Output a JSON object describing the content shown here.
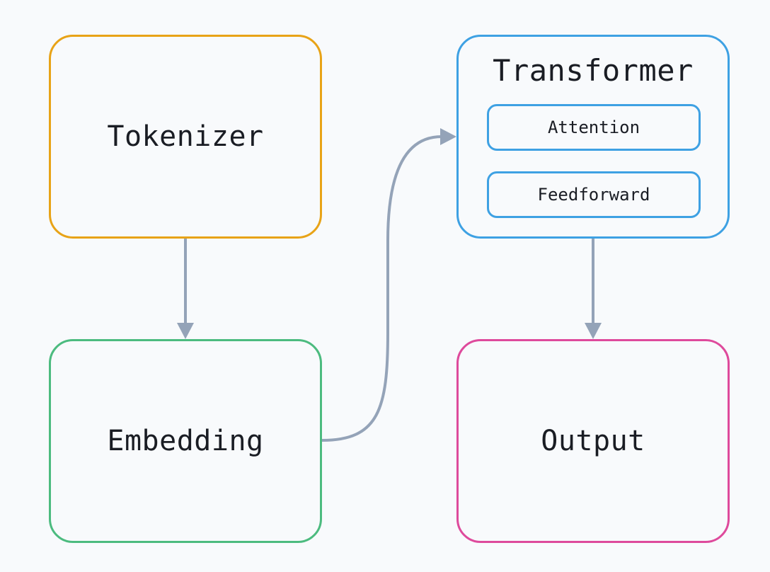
{
  "colors": {
    "background": "#f8fafc",
    "connector": "#94a3b8",
    "text": "#1a1d24"
  },
  "nodes": {
    "tokenizer": {
      "label": "Tokenizer",
      "color": "#e8a317"
    },
    "embedding": {
      "label": "Embedding",
      "color": "#4cbb7f"
    },
    "transformer": {
      "label": "Transformer",
      "color": "#3ea1e3",
      "components": [
        {
          "label": "Attention"
        },
        {
          "label": "Feedforward"
        }
      ]
    },
    "output": {
      "label": "Output",
      "color": "#de4a9c"
    }
  },
  "edges": [
    {
      "from": "tokenizer",
      "to": "embedding"
    },
    {
      "from": "embedding",
      "to": "transformer"
    },
    {
      "from": "transformer",
      "to": "output"
    }
  ]
}
